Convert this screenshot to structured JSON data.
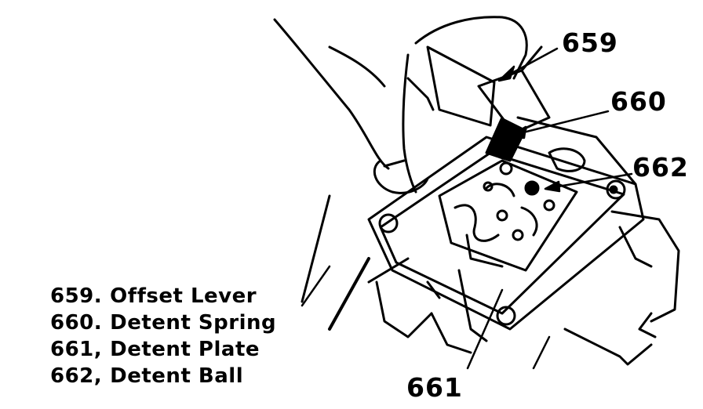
{
  "callouts": {
    "c659": "659",
    "c660": "660",
    "c661": "661",
    "c662": "662"
  },
  "legend": [
    {
      "num": "659.",
      "label": "Offset Lever"
    },
    {
      "num": "660.",
      "label": "Detent Spring"
    },
    {
      "num": "661,",
      "label": "Detent Plate"
    },
    {
      "num": "662,",
      "label": "Detent Ball"
    }
  ],
  "colors": {
    "ink": "#000000",
    "paper": "#ffffff"
  }
}
